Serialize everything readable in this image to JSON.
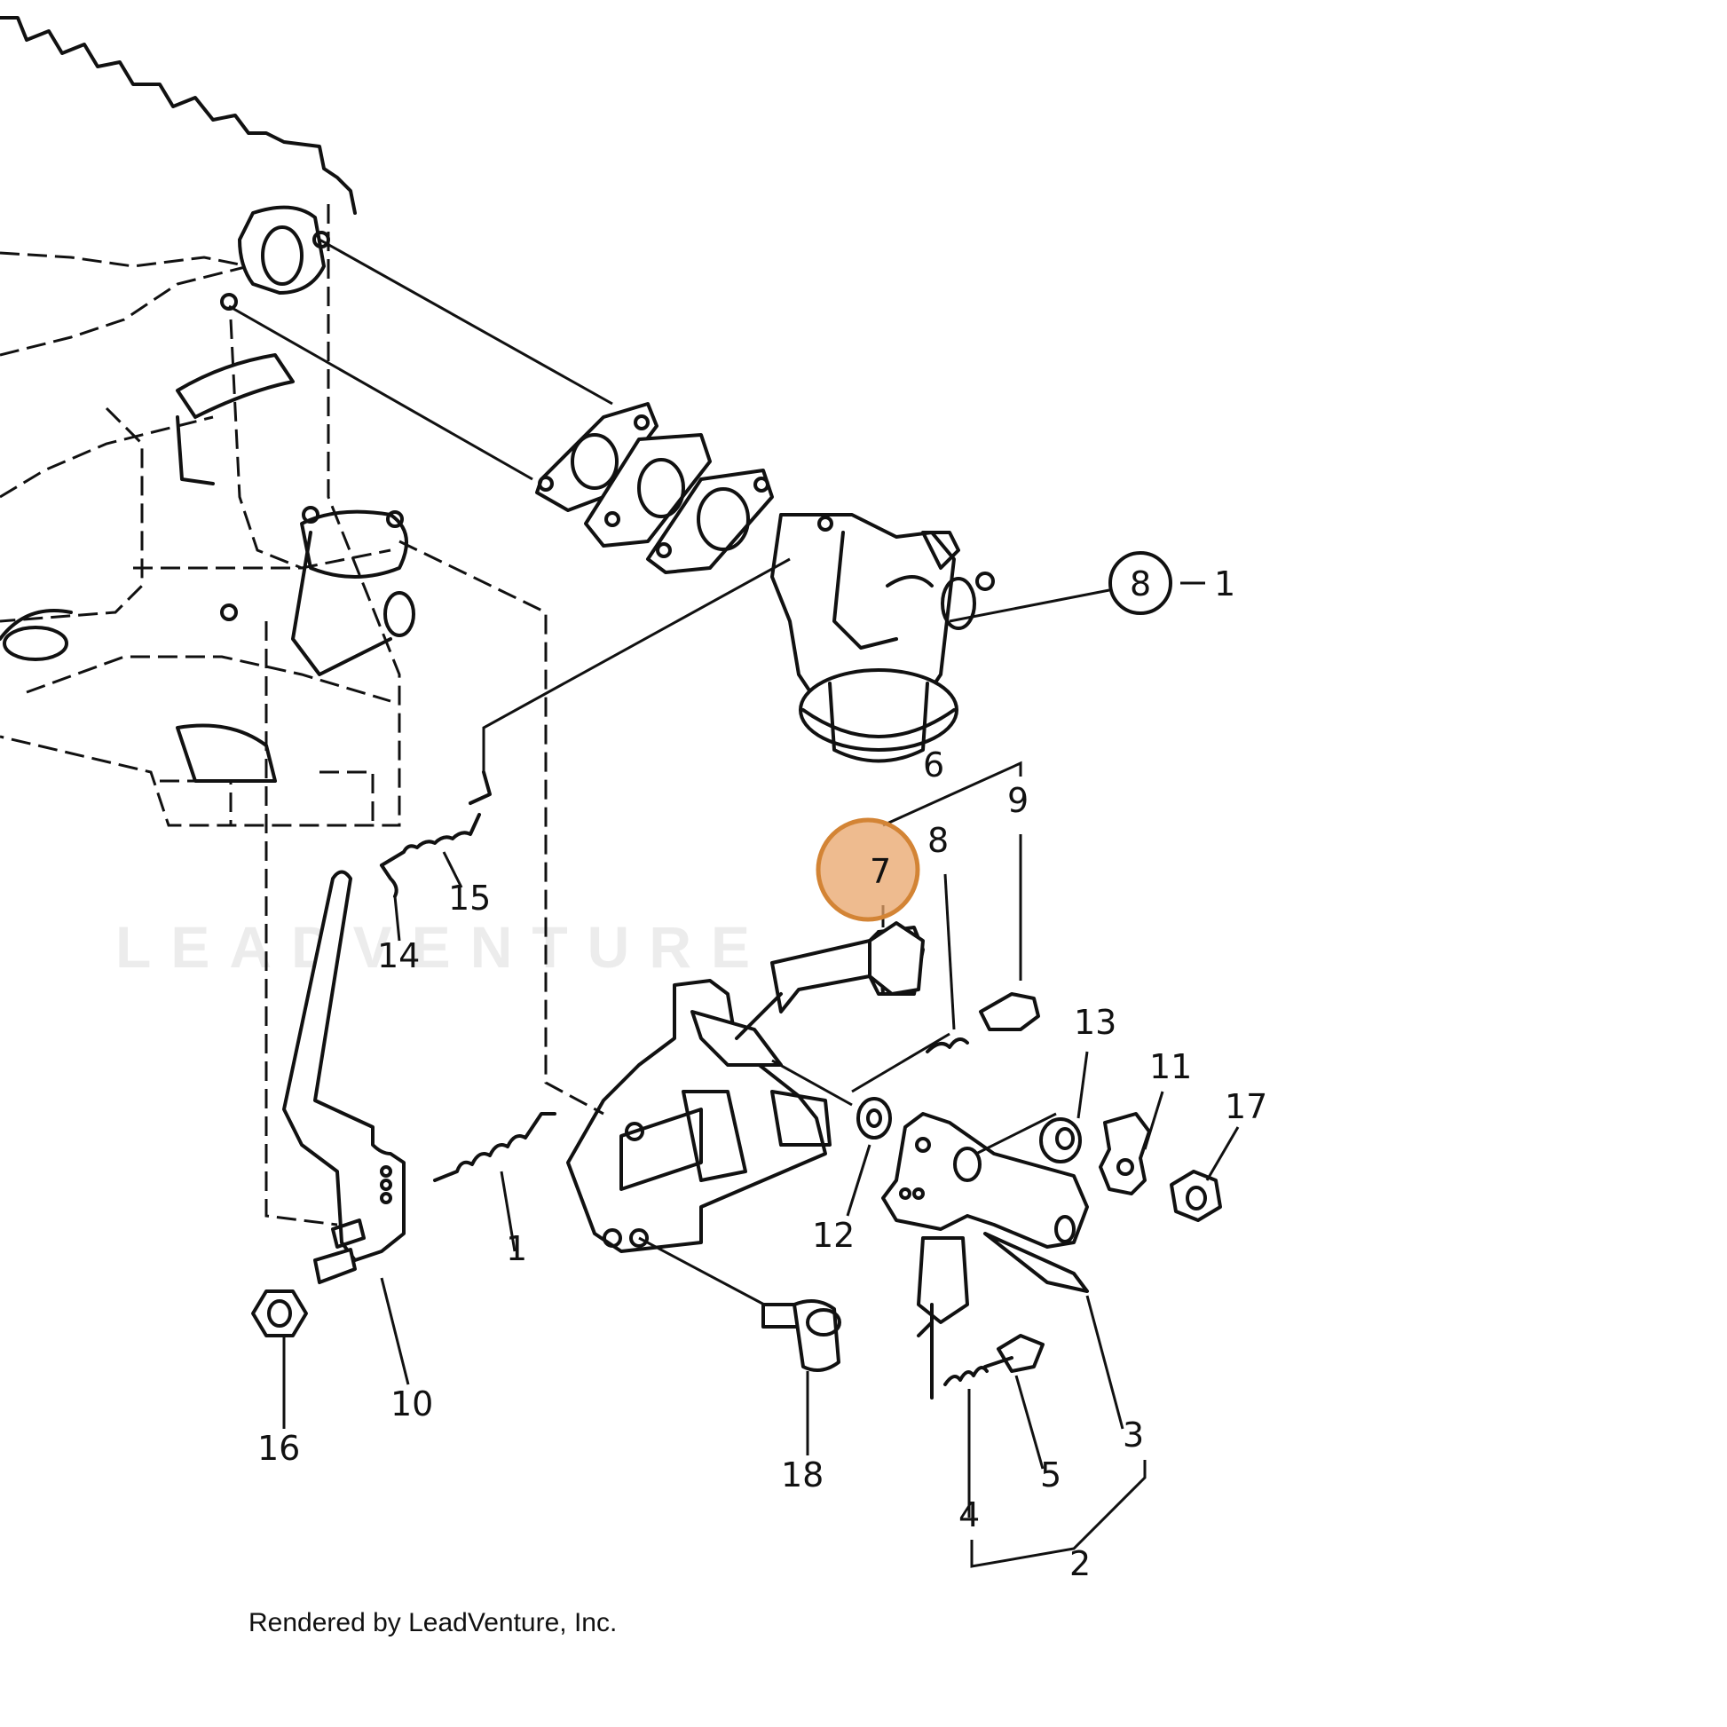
{
  "watermark": "LEADVENTURE",
  "footer": "Rendered by LeadVenture, Inc.",
  "highlight_color": "#E8A46A",
  "callouts": {
    "c1": "1",
    "c2": "2",
    "c3": "3",
    "c4": "4",
    "c5": "5",
    "c6": "6",
    "c7": "7",
    "c8": "8",
    "c9": "9",
    "c10": "10",
    "c11": "11",
    "c12": "12",
    "c13": "13",
    "c14": "14",
    "c15": "15",
    "c16": "16",
    "c17": "17",
    "c18": "18",
    "circled": "8",
    "circled_qty": "1"
  }
}
